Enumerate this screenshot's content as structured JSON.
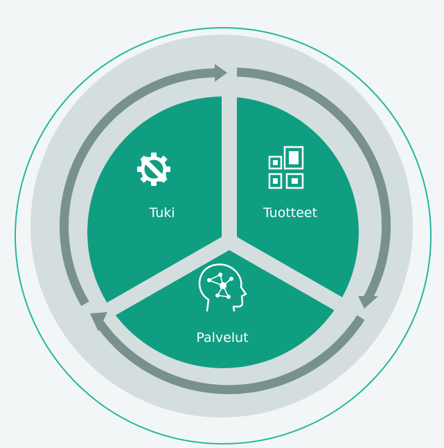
{
  "colors": {
    "background": "#f2f6f6",
    "outer_ring_stroke": "#24b79d",
    "disc": "#d5dede",
    "segment_fill": "#0f9e82",
    "arrow": "#789090",
    "divider": "#d5dede",
    "icon_and_text": "#ffffff"
  },
  "segments": [
    {
      "id": "tuki",
      "label": "Tuki",
      "icon": "gear-wrench-icon"
    },
    {
      "id": "tuotteet",
      "label": "Tuotteet",
      "icon": "qr-grid-icon"
    },
    {
      "id": "palvelut",
      "label": "Palvelut",
      "icon": "ai-head-icon"
    }
  ],
  "cycle_direction": "clockwise"
}
